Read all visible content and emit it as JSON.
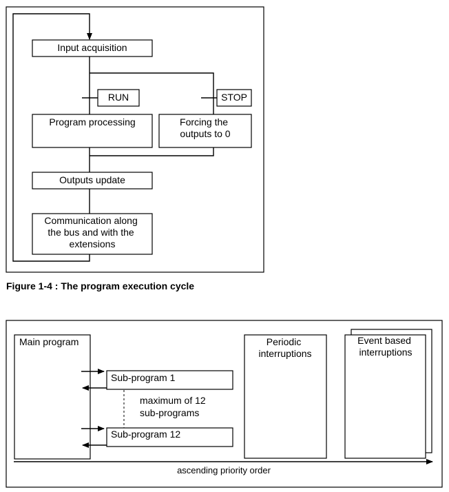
{
  "figure1": {
    "input_acquisition": "Input acquisition",
    "run_label": "RUN",
    "stop_label": "STOP",
    "program_processing": "Program processing",
    "forcing_outputs": [
      "Forcing the",
      "outputs to 0"
    ],
    "outputs_update": "Outputs update",
    "communication": [
      "Communication along",
      "the bus and with the",
      "extensions"
    ],
    "caption": "Figure 1-4 : The program execution cycle"
  },
  "figure2": {
    "main_program": "Main program",
    "sub_program_1": "Sub-program 1",
    "sub_program_12": "Sub-program 12",
    "maximum_note": [
      "maximum of 12",
      "sub-programs"
    ],
    "periodic_interruptions": [
      "Periodic",
      "interruptions"
    ],
    "event_based_interruptions": [
      "Event based",
      "interruptions"
    ],
    "axis_label": "ascending priority order"
  }
}
